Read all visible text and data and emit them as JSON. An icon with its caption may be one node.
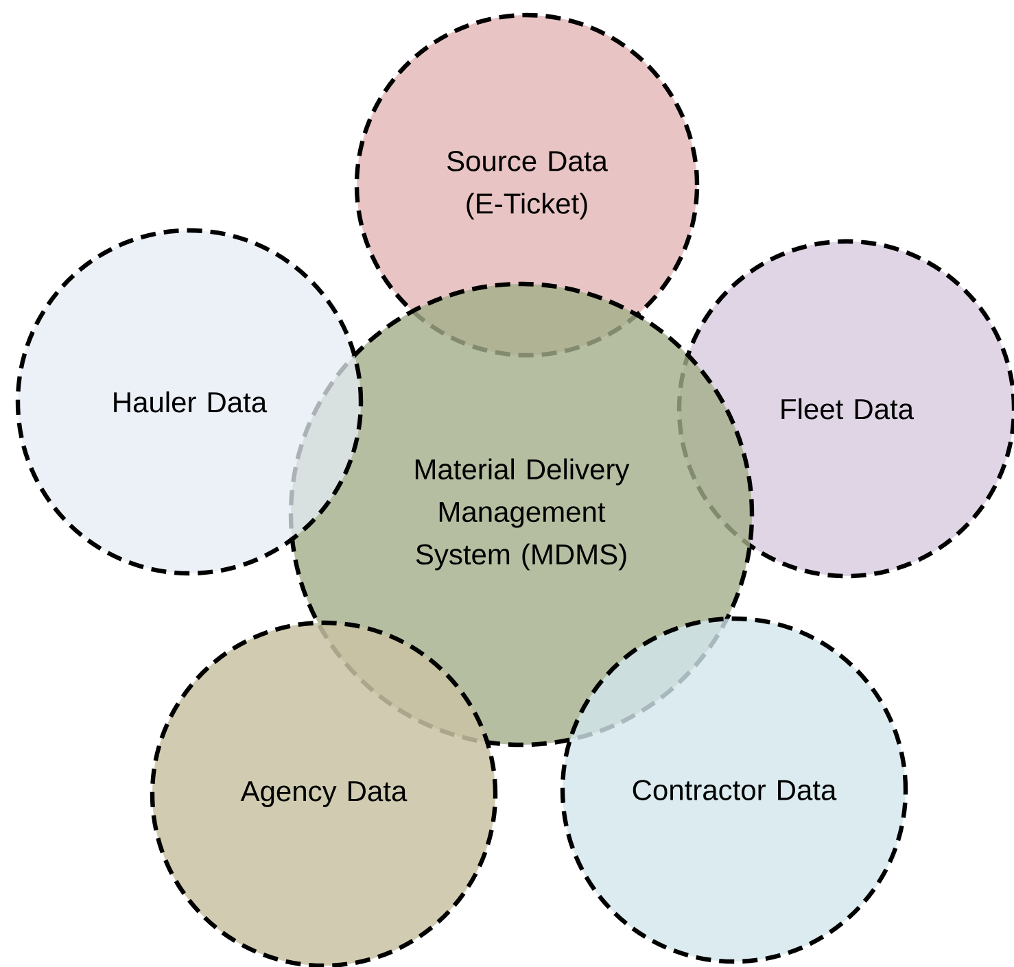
{
  "diagram": {
    "nodes": [
      {
        "text": [
          "Source Data (E-Ticket)"
        ]
      },
      {
        "text": [
          "Hauler Data"
        ]
      },
      {
        "text": [
          "Fleet Data"
        ]
      },
      {
        "text": [
          "Material Delivery Management System (MDMS)"
        ]
      },
      {
        "text": [
          "Agency Data"
        ]
      },
      {
        "text": [
          "Contractor Data"
        ]
      }
    ]
  }
}
